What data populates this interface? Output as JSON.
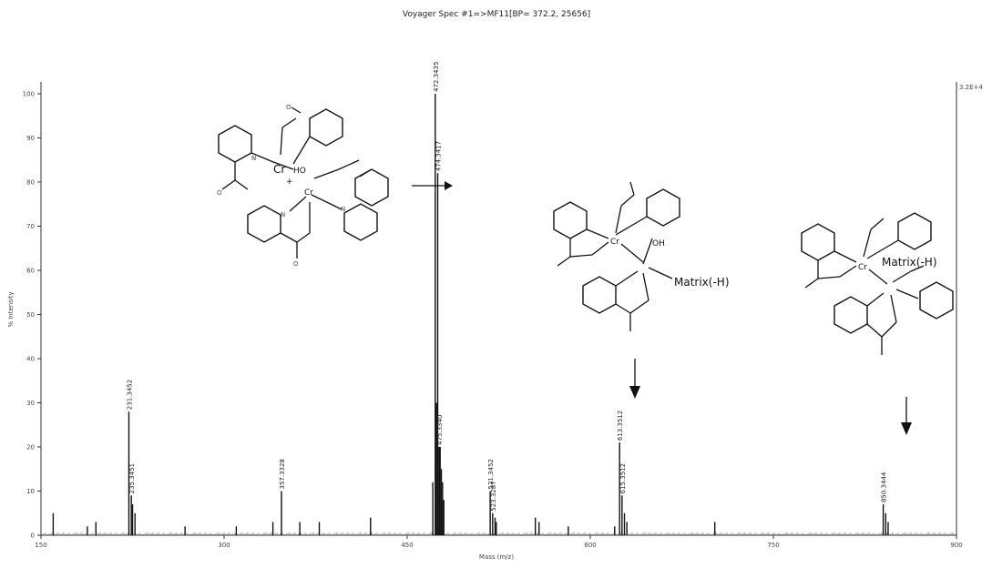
{
  "chart_data": {
    "type": "bar",
    "title": "Voyager Spec #1=>MF11[BP= 372.2, 25656]",
    "xlabel": "Mass (m/z)",
    "ylabel": "% Intensity",
    "xlim": [
      150,
      900
    ],
    "ylim": [
      0,
      100
    ],
    "x_ticks": [
      "150",
      "300",
      "450",
      "600",
      "750",
      "900"
    ],
    "y_ticks": [
      "0",
      "10",
      "20",
      "30",
      "40",
      "50",
      "60",
      "70",
      "80",
      "90",
      "100"
    ],
    "right_axis_label": "3.2E+4",
    "peaks": [
      {
        "x": 160,
        "y": 5
      },
      {
        "x": 188,
        "y": 2
      },
      {
        "x": 195,
        "y": 3
      },
      {
        "x": 222,
        "y": 28,
        "label": "231.3452"
      },
      {
        "x": 224,
        "y": 9,
        "label": "235.3451"
      },
      {
        "x": 225,
        "y": 7
      },
      {
        "x": 227,
        "y": 5
      },
      {
        "x": 268,
        "y": 2
      },
      {
        "x": 310,
        "y": 2
      },
      {
        "x": 340,
        "y": 3
      },
      {
        "x": 347,
        "y": 10,
        "label": "357.3328"
      },
      {
        "x": 362,
        "y": 3
      },
      {
        "x": 378,
        "y": 3
      },
      {
        "x": 420,
        "y": 4
      },
      {
        "x": 471,
        "y": 12
      },
      {
        "x": 473,
        "y": 100,
        "label": "472.3435"
      },
      {
        "x": 474,
        "y": 30
      },
      {
        "x": 475,
        "y": 82,
        "label": "474.3417"
      },
      {
        "x": 476,
        "y": 20,
        "label": "475.3340"
      },
      {
        "x": 477,
        "y": 20
      },
      {
        "x": 478,
        "y": 15
      },
      {
        "x": 479,
        "y": 12
      },
      {
        "x": 480,
        "y": 8
      },
      {
        "x": 518,
        "y": 10,
        "label": "521.3452"
      },
      {
        "x": 520,
        "y": 5,
        "label": "523.3287"
      },
      {
        "x": 522,
        "y": 4
      },
      {
        "x": 523,
        "y": 3
      },
      {
        "x": 555,
        "y": 4
      },
      {
        "x": 558,
        "y": 3
      },
      {
        "x": 582,
        "y": 2
      },
      {
        "x": 620,
        "y": 2
      },
      {
        "x": 624,
        "y": 21,
        "label": "613.3512"
      },
      {
        "x": 626,
        "y": 9,
        "label": "615.3512"
      },
      {
        "x": 628,
        "y": 5
      },
      {
        "x": 630,
        "y": 3
      },
      {
        "x": 702,
        "y": 3
      },
      {
        "x": 840,
        "y": 7,
        "label": "850.3444"
      },
      {
        "x": 842,
        "y": 5
      },
      {
        "x": 844,
        "y": 3
      }
    ],
    "annotations": [
      "Cr",
      "HO",
      "+",
      "Cr",
      "N",
      "N",
      "N",
      "O",
      "O",
      "O",
      "Cr",
      "OH",
      "Matrix(-H)",
      "Cr",
      "Matrix(-H)"
    ],
    "grid": false,
    "legend": "none"
  }
}
